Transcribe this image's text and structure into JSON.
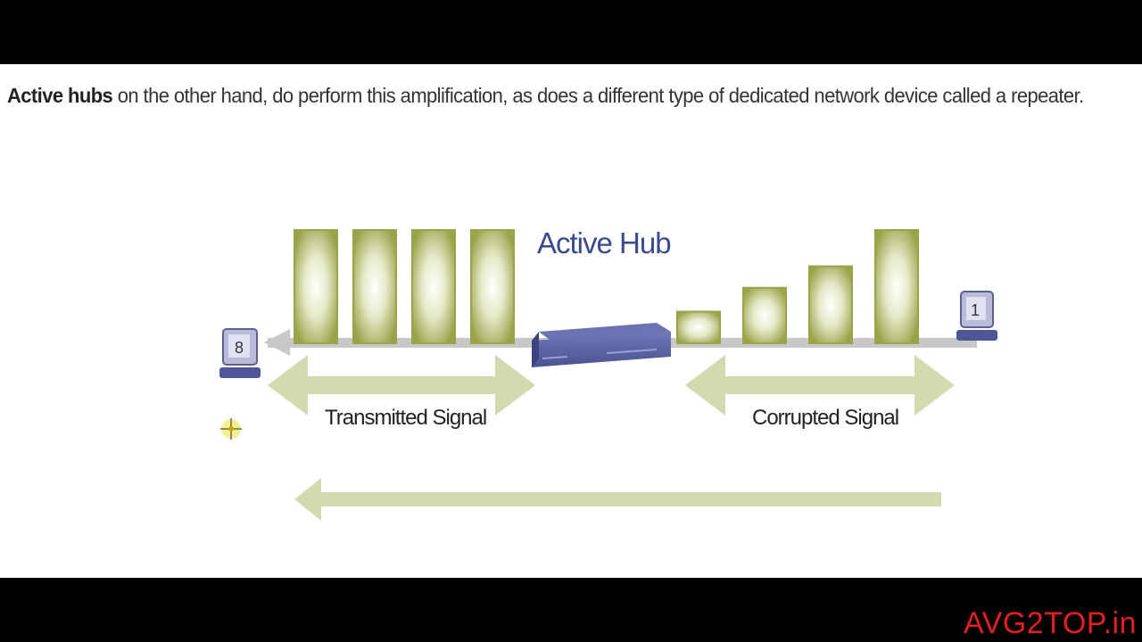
{
  "caption": {
    "bold": "Active hubs",
    "rest": " on the other hand, do perform this amplification, as does a different type of dedicated network device called a repeater."
  },
  "diagram": {
    "hub_label": "Active Hub",
    "transmitted_label": "Transmitted Signal",
    "corrupted_label": "Corrupted Signal",
    "transmitted_signal_levels": [
      1,
      1,
      1,
      1
    ],
    "corrupted_signal_levels": [
      0.28,
      0.49,
      0.68,
      1
    ],
    "colors": {
      "signal_block": "#9aa34a",
      "arrow": "#d4dab0",
      "wire": "#c8c8c8",
      "hub": "#4a5290",
      "hub_label": "#3b4a8e"
    }
  },
  "watermark": "AVG2TOP.in"
}
